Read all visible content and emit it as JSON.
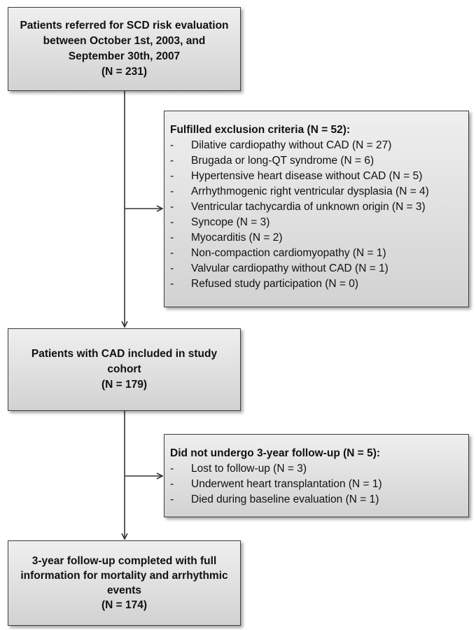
{
  "boxes": {
    "referred": {
      "lines": [
        "Patients referred for SCD risk evaluation",
        "between October 1st, 2003, and",
        "September 30th, 2007",
        "(N = 231)"
      ]
    },
    "exclusion": {
      "title": "Fulfilled exclusion criteria (N = 52):",
      "items": [
        "Dilative cardiopathy without CAD (N = 27)",
        "Brugada or long-QT syndrome (N = 6)",
        "Hypertensive heart disease without CAD (N = 5)",
        "Arrhythmogenic right ventricular dysplasia (N = 4)",
        "Ventricular tachycardia of unknown origin (N = 3)",
        "Syncope (N = 3)",
        "Myocarditis (N = 2)",
        "Non-compaction cardiomyopathy (N = 1)",
        "Valvular cardiopathy without CAD (N = 1)",
        "Refused study participation (N = 0)"
      ]
    },
    "included": {
      "lines": [
        "Patients with CAD included in study",
        "cohort",
        "(N = 179)"
      ]
    },
    "no_followup": {
      "title": "Did not undergo 3-year follow-up (N = 5):",
      "items": [
        "Lost to follow-up (N = 3)",
        "Underwent heart transplantation (N = 1)",
        "Died during baseline evaluation (N = 1)"
      ]
    },
    "completed": {
      "lines": [
        "3-year follow-up completed with full",
        "information for mortality and arrhythmic",
        "events",
        "(N = 174)"
      ]
    }
  },
  "list_marker": "-",
  "colors": {
    "box_border": "#3d3d3d",
    "box_fill_top": "#efefef",
    "box_fill_bottom": "#d2d2d2",
    "arrow": "#333333"
  }
}
